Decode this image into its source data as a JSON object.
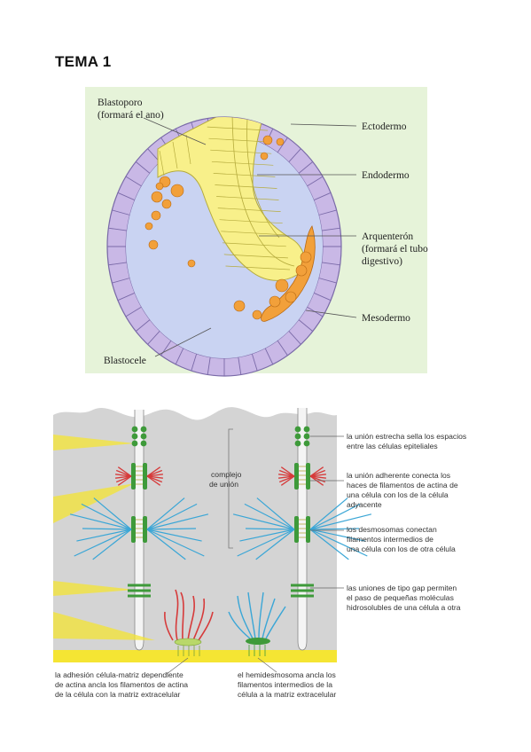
{
  "page": {
    "title": "TEMA 1"
  },
  "figure1": {
    "labels": {
      "blastoporo_1": "Blastoporo",
      "blastoporo_2": "(formará el ano)",
      "ectodermo": "Ectodermo",
      "endodermo": "Endodermo",
      "arquenteron_1": "Arquenterón",
      "arquenteron_2": "(formará el tubo",
      "arquenteron_3": "digestivo)",
      "mesodermo": "Mesodermo",
      "blastocele": "Blastocele"
    },
    "colors": {
      "background": "#e6f3d9",
      "ectoderm": "#c9b8e6",
      "blastocoel": "#c9d3f2",
      "endoderm": "#f8f08a",
      "mesoderm": "#f2a03a"
    }
  },
  "figure2": {
    "labels": {
      "complejo_1": "complejo",
      "complejo_2": "de unión",
      "union_estrecha_1": "la unión estrecha sella los espacios",
      "union_estrecha_2": "entre las células epiteliales",
      "union_adherente_1": "la unión adherente conecta los",
      "union_adherente_2": "haces de filamentos de actina de",
      "union_adherente_3": "una célula con los de la célula",
      "union_adherente_4": "adyacente",
      "desmosomas_1": "los desmosomas conectan",
      "desmosomas_2": "filamentos intermedios de",
      "desmosomas_3": "una célula con los de otra célula",
      "gap_1": "las uniones de tipo gap permiten",
      "gap_2": "el paso de pequeñas moléculas",
      "gap_3": "hidrosolubles de una célula a otra",
      "adhesion_1": "la adhesión célula-matriz dependiente",
      "adhesion_2": "de actina ancla los filamentos de actina",
      "adhesion_3": "de la célula con la matriz extracelular",
      "hemidesmosoma_1": "el hemidesmosoma ancla los",
      "hemidesmosoma_2": "filamentos intermedios de la",
      "hemidesmosoma_3": "célula a la matriz extracelular"
    },
    "colors": {
      "cell": "#d4d4d4",
      "junction": "#3e9a3a",
      "actin": "#d63a3a",
      "intermediate": "#3aa6d6",
      "matrix": "#f5e533"
    }
  }
}
